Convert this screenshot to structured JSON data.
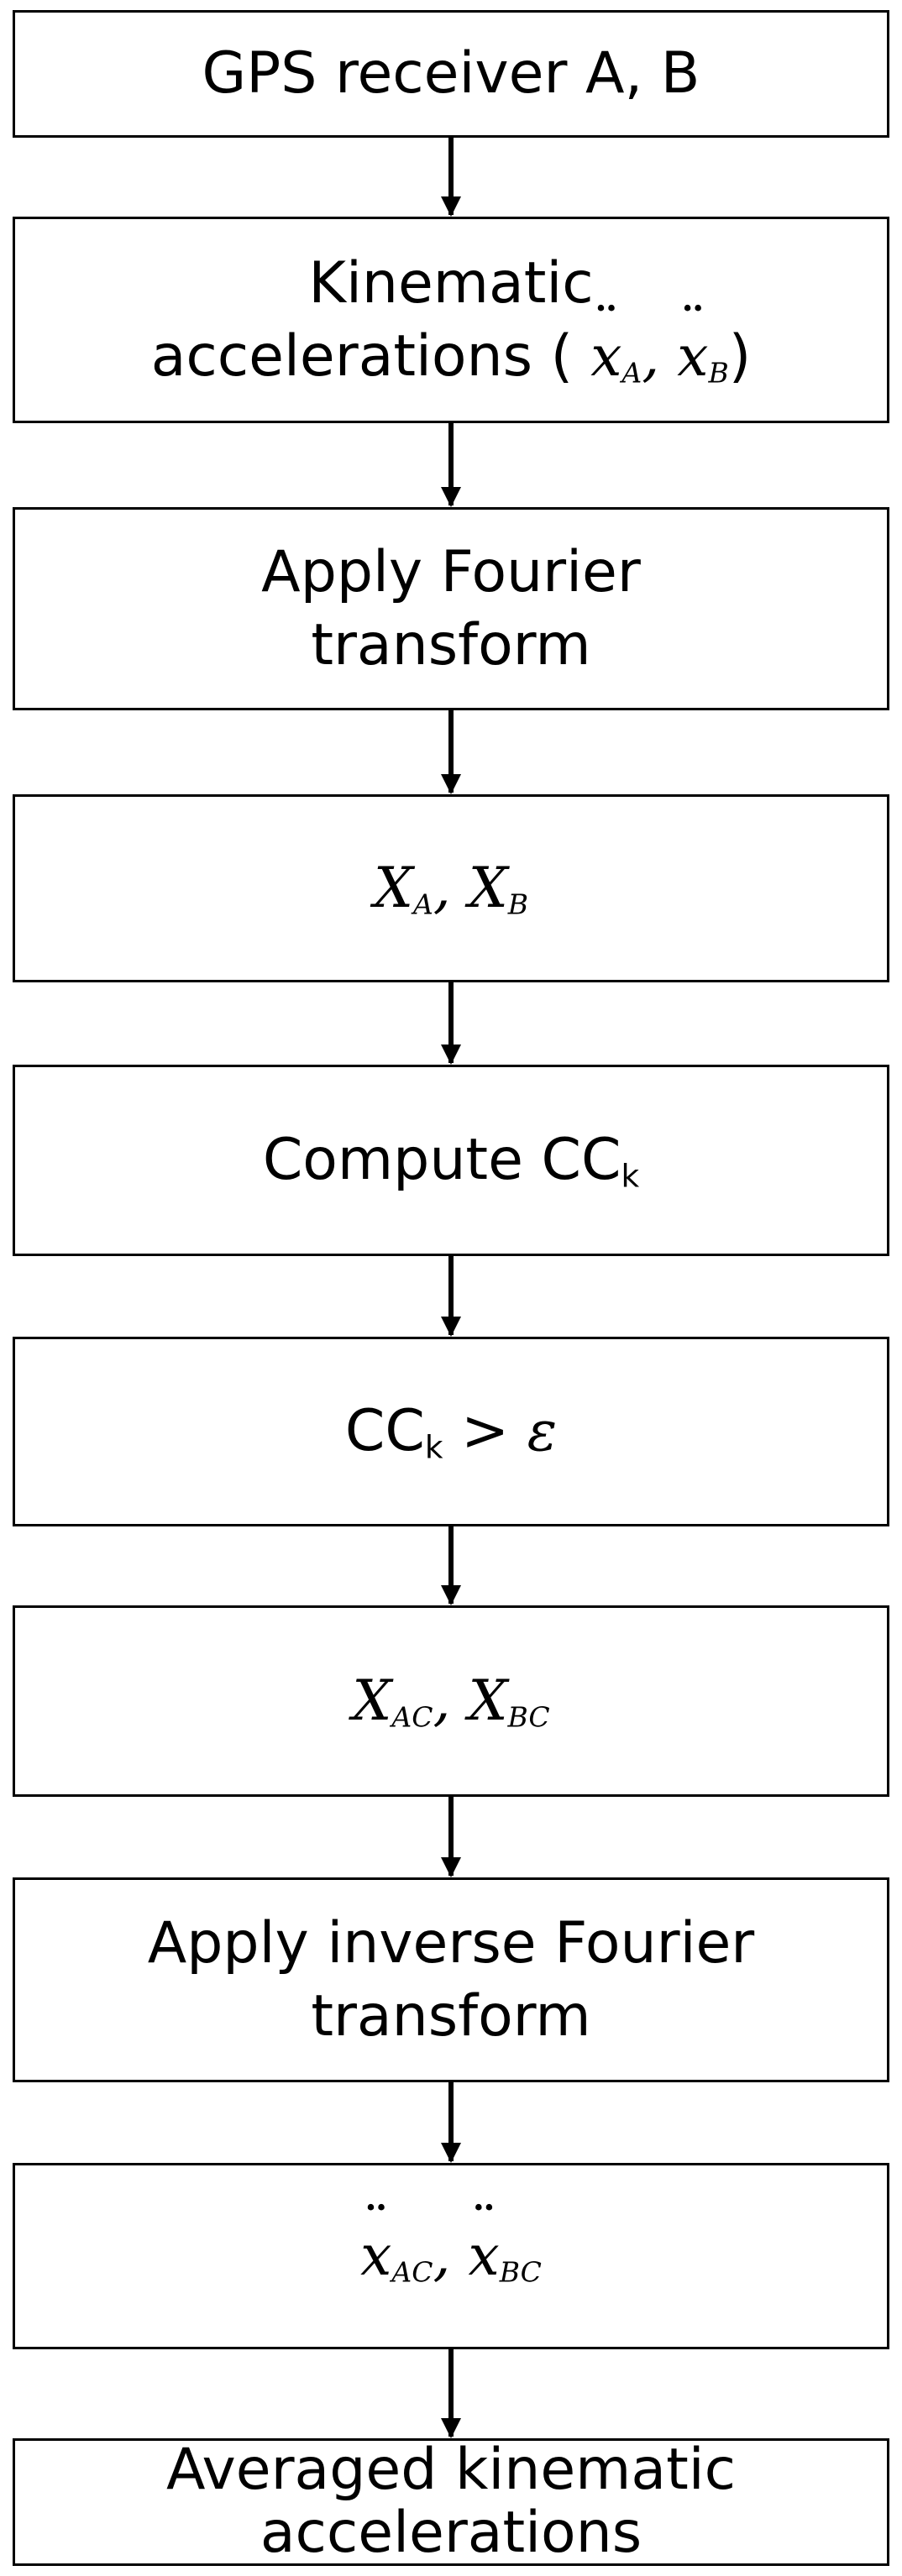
{
  "steps": [
    {
      "id": "gps",
      "text": "GPS receiver A, B"
    },
    {
      "id": "kinematic",
      "text": "Kinematic\naccelerations (",
      "vars": [
        "x",
        "x"
      ],
      "subs": [
        "A",
        "B"
      ]
    },
    {
      "id": "fourier",
      "text": "Apply Fourier\ntransform"
    },
    {
      "id": "spectra",
      "vars": [
        "X",
        "X"
      ],
      "subs": [
        "A",
        "B"
      ]
    },
    {
      "id": "compute",
      "text": "Compute CC",
      "sub": "k"
    },
    {
      "id": "threshold",
      "text": "CC",
      "sub": "k",
      "op": ">",
      "symbol": "ε"
    },
    {
      "id": "corrected_spectra",
      "vars": [
        "X",
        "X"
      ],
      "subs": [
        "AC",
        "BC"
      ]
    },
    {
      "id": "inverse",
      "text": "Apply inverse Fourier\ntransform"
    },
    {
      "id": "corrected_acc",
      "vars": [
        "x",
        "x"
      ],
      "subs": [
        "AC",
        "BC"
      ]
    },
    {
      "id": "averaged",
      "text": "Averaged kinematic\naccelerations"
    }
  ],
  "separator": ",",
  "close_paren": ")"
}
